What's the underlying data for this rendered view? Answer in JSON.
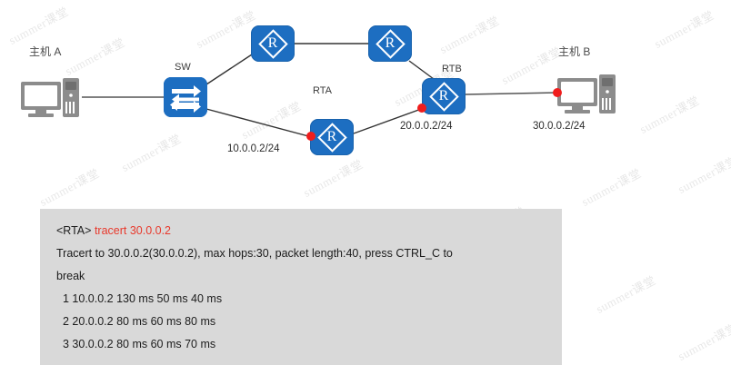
{
  "watermark": {
    "text": "summer课堂"
  },
  "diagram": {
    "title": "tracert network topology",
    "colors": {
      "device_blue": "#1d6ec1",
      "pc_gray": "#8c8c8c",
      "marker_red": "#f01d1d",
      "link": "#3a3a3a",
      "console_bg": "#d9d9d9",
      "command_red": "#e8392c"
    },
    "nodes": [
      {
        "id": "hostA",
        "type": "pc",
        "label": "主机 A",
        "label_pos": "top"
      },
      {
        "id": "sw",
        "type": "switch",
        "label": "SW",
        "label_pos": "top"
      },
      {
        "id": "rtop1",
        "type": "router",
        "label": "",
        "glyph": "R"
      },
      {
        "id": "rtop2",
        "type": "router",
        "label": "",
        "glyph": "R"
      },
      {
        "id": "rta",
        "type": "router",
        "label": "RTA",
        "glyph": "R"
      },
      {
        "id": "rtb",
        "type": "router",
        "label": "RTB",
        "glyph": "R"
      },
      {
        "id": "hostB",
        "type": "pc",
        "label": "主机 B",
        "label_pos": "top"
      }
    ],
    "interface_labels": [
      {
        "id": "ip-rta",
        "text": "10.0.0.2/24"
      },
      {
        "id": "ip-rtb",
        "text": "20.0.0.2/24"
      },
      {
        "id": "ip-hostb",
        "text": "30.0.0.2/24"
      }
    ]
  },
  "console": {
    "prompt": "<RTA>",
    "command": "tracert 30.0.0.2",
    "lines": [
      "Tracert to 30.0.0.2(30.0.0.2), max hops:30, packet length:40, press CTRL_C to",
      "break",
      "1 10.0.0.2 130 ms  50 ms  40 ms",
      "2 20.0.0.2 80 ms  60 ms  80 ms",
      "3 30.0.0.2 80 ms  60 ms  70 ms"
    ]
  }
}
